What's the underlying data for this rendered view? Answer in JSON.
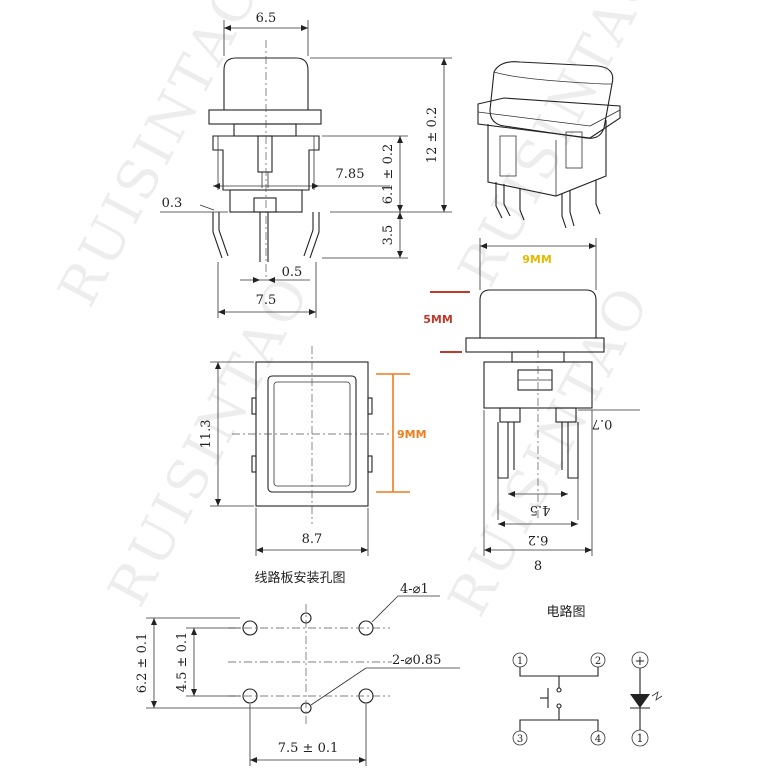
{
  "watermark": "RUISINTAO",
  "colors": {
    "accent_yellow": "#e6b800",
    "accent_red": "#c0392b",
    "accent_orange": "#f07c1a",
    "line": "#222222"
  },
  "side_view": {
    "width_top": "6.5",
    "height_total": "12 ± 0.2",
    "body_height": "6.1 ± 0.2",
    "pin_length": "3.5",
    "span": "7.85",
    "gap": "0.3",
    "pin_width": "0.5",
    "pin_span": "7.5"
  },
  "front_view": {
    "cap_width": "9MM",
    "cap_height": "5MM",
    "pin_thickness": "0.7",
    "pin_pitch": "4.5",
    "lead_pitch": "6.2",
    "base_width": "8"
  },
  "top_view": {
    "height": "11.3",
    "width": "8.7",
    "inner": "9MM"
  },
  "pcb": {
    "title": "线路板安装孔图",
    "holes_4": "4-⌀1",
    "holes_2": "2-⌀0.85",
    "dim_v1": "6.2 ± 0.1",
    "dim_v2": "4.5 ± 0.1",
    "dim_h": "7.5 ± 0.1"
  },
  "circuit": {
    "title": "电路图",
    "pins": [
      "1",
      "2",
      "3",
      "4"
    ],
    "led_plus": "+",
    "led_minus": "1"
  }
}
